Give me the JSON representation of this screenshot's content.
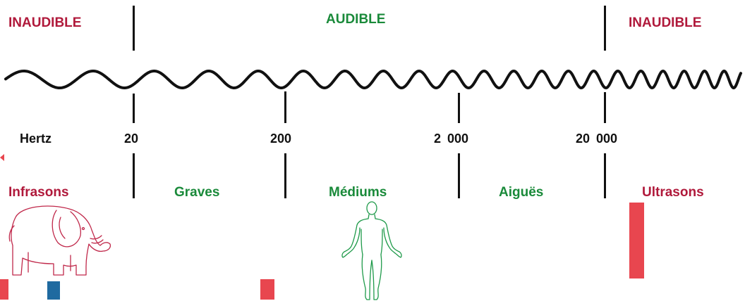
{
  "header": {
    "inaudible_left": "INAUDIBLE",
    "audible": "AUDIBLE",
    "inaudible_right": "INAUDIBLE"
  },
  "scale": {
    "unit_label": "Hertz",
    "ticks": [
      "20",
      "200",
      "2 000",
      "20 000"
    ]
  },
  "bands": {
    "infrasons": "Infrasons",
    "graves": "Graves",
    "mediums": "Médiums",
    "aigues": "Aiguës",
    "ultrasons": "Ultrasons"
  },
  "colors": {
    "inaudible": "#b0193b",
    "audible": "#1a8a3a",
    "accent_red": "#e8464f",
    "accent_blue": "#1f6aa0"
  },
  "illustrations": [
    "elephant-icon",
    "human-figure-icon"
  ]
}
